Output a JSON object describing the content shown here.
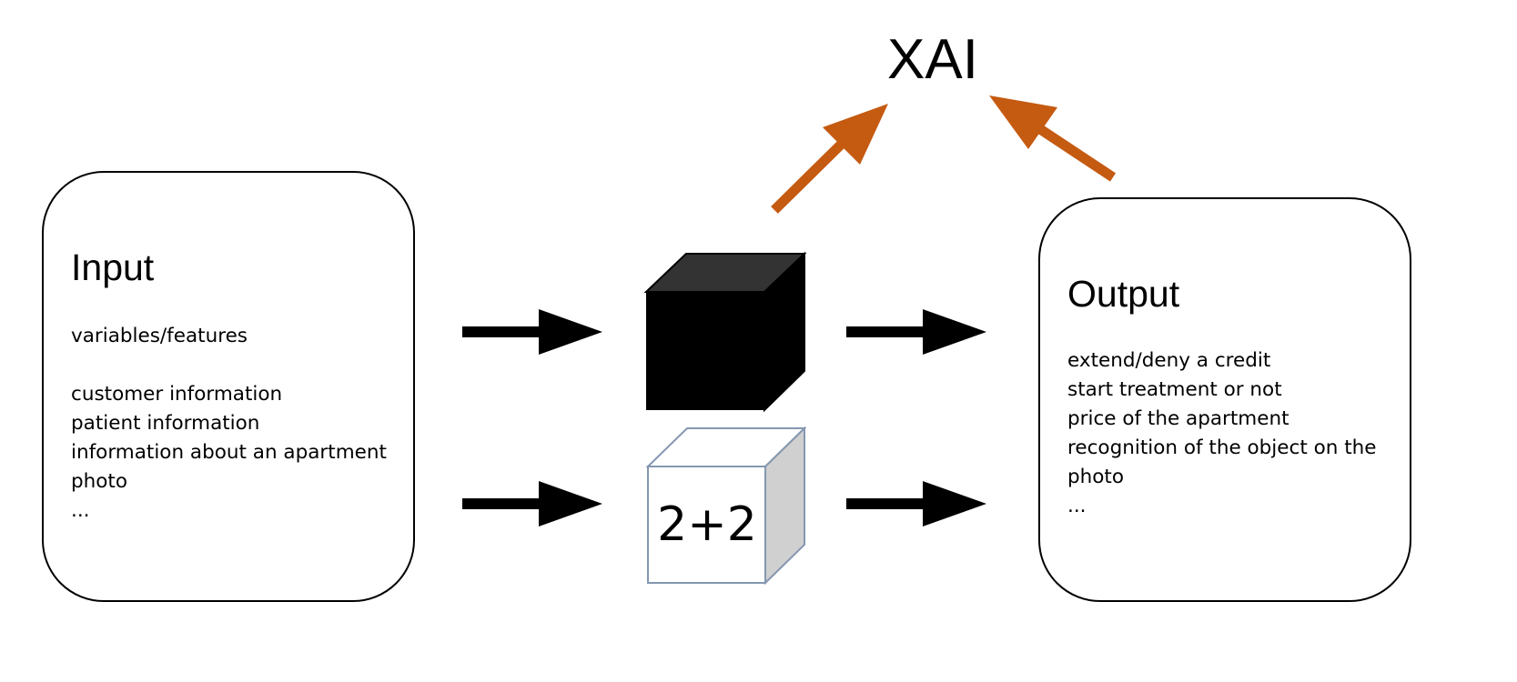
{
  "diagram": {
    "xai_label": "XAI",
    "input_box": {
      "title": "Input",
      "subtitle": "variables/features",
      "items": [
        "customer information",
        "patient information",
        "information about an apartment",
        "photo",
        "..."
      ]
    },
    "output_box": {
      "title": "Output",
      "items": [
        "extend/deny a credit",
        "start treatment or not",
        "price of the apartment",
        "recognition of the object on the",
        "photo",
        "..."
      ]
    },
    "white_box_label": "2+2",
    "colors": {
      "xai_arrow": "#C55A11",
      "black_box_front": "#000000",
      "black_box_top": "#333333",
      "white_box_edge": "#8497B0",
      "white_box_side": "#D0D0D0",
      "flow_arrow": "#000000"
    }
  }
}
